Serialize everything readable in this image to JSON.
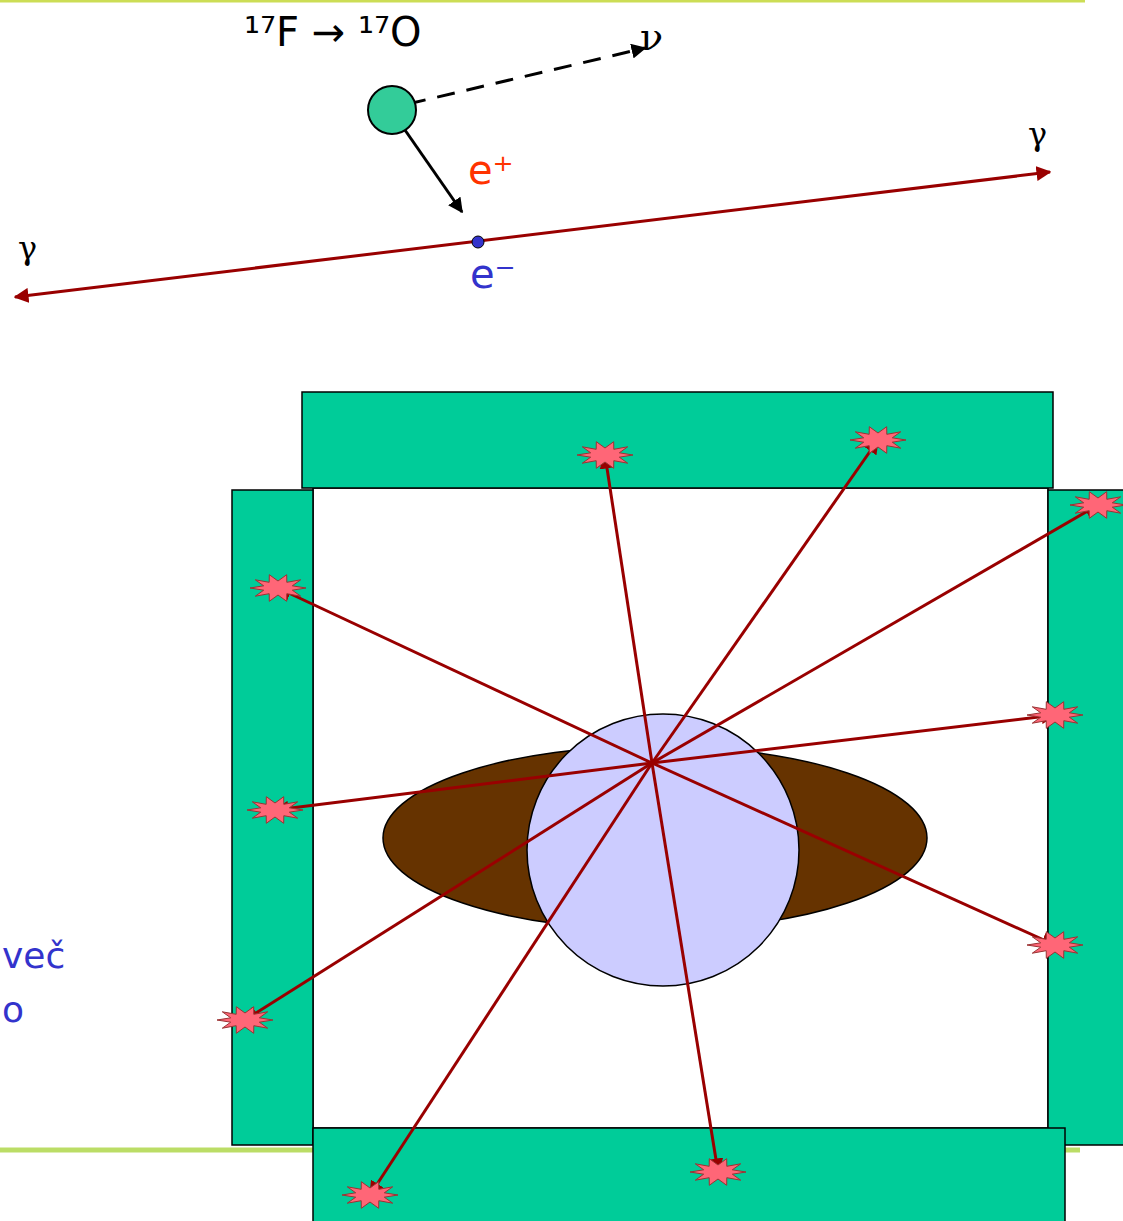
{
  "diagram": {
    "labels": [
      "¹⁷F → ¹⁷O",
      "ν",
      "e⁺",
      "e⁻",
      "γ",
      "γ",
      "več",
      "o"
    ]
  }
}
